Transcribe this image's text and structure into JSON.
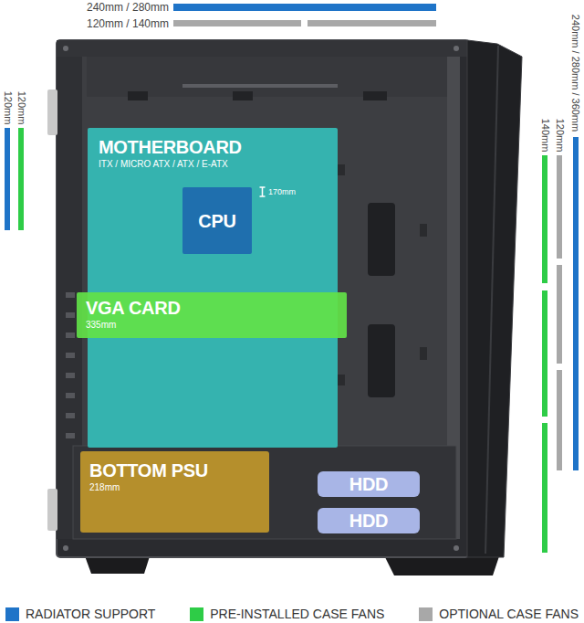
{
  "diagram": {
    "nodes": [
      {
        "text": [
          "MOTHERBOARD",
          "ITX / MICRO ATX / ATX / E-ATX"
        ]
      },
      {
        "text": [
          "CPU"
        ],
        "in": 0
      },
      {
        "text": [
          "VGA CARD",
          "335mm"
        ]
      },
      {
        "text": [
          "BOTTOM PSU",
          "218mm"
        ]
      },
      {
        "text": [
          "HDD"
        ]
      },
      {
        "text": [
          "HDD"
        ]
      }
    ],
    "labels": [
      "240mm / 280mm",
      "120mm / 140mm",
      "120mm",
      "120mm",
      "170mm",
      "140mm",
      "120mm",
      "240mm / 280mm / 360mm"
    ],
    "legend": [
      {
        "text": "RADIATOR SUPPORT",
        "color": "#1f74c8"
      },
      {
        "text": "PRE-INSTALLED CASE FANS",
        "color": "#2ecc47"
      },
      {
        "text": "OPTIONAL CASE FANS",
        "color": "#a8a8a8"
      }
    ]
  }
}
